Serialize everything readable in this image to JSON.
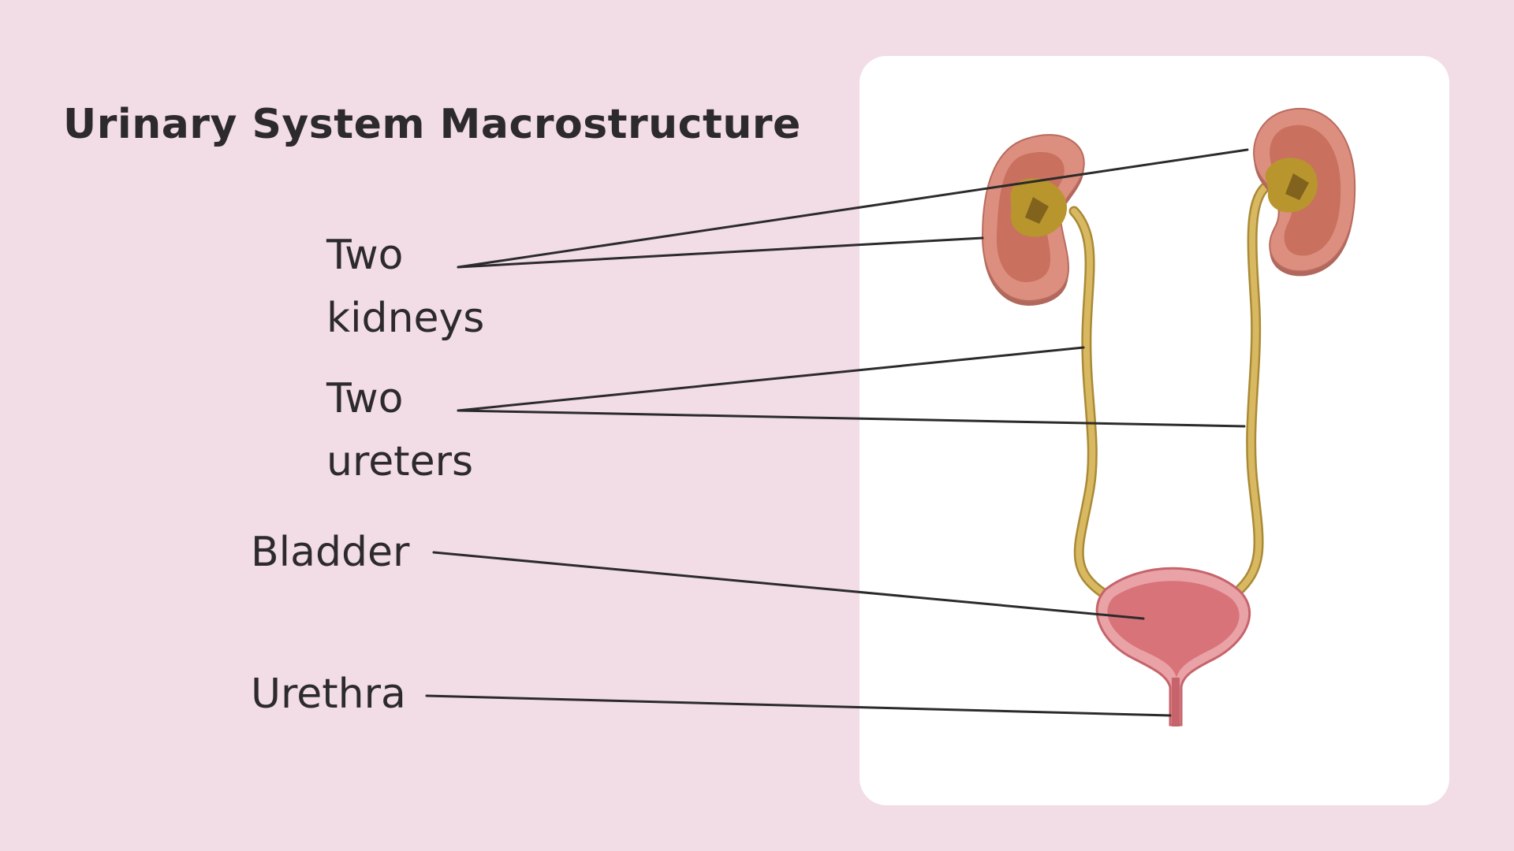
{
  "slide": {
    "title": "Urinary System Macrostructure"
  },
  "labels": {
    "kidneys": [
      "Two",
      "kidneys"
    ],
    "ureters": [
      "Two",
      "ureters"
    ],
    "bladder": "Bladder",
    "urethra": "Urethra"
  },
  "colors": {
    "background": "#f2dce5",
    "card": "#ffffff",
    "text": "#2c2a2c",
    "kidney_cortex": "#dc8f7f",
    "kidney_medulla": "#c9705f",
    "renal_pelvis": "#b9952e",
    "ureter": "#cfad55",
    "bladder": "#d9737a",
    "leader_line": "#2b2b2b"
  }
}
